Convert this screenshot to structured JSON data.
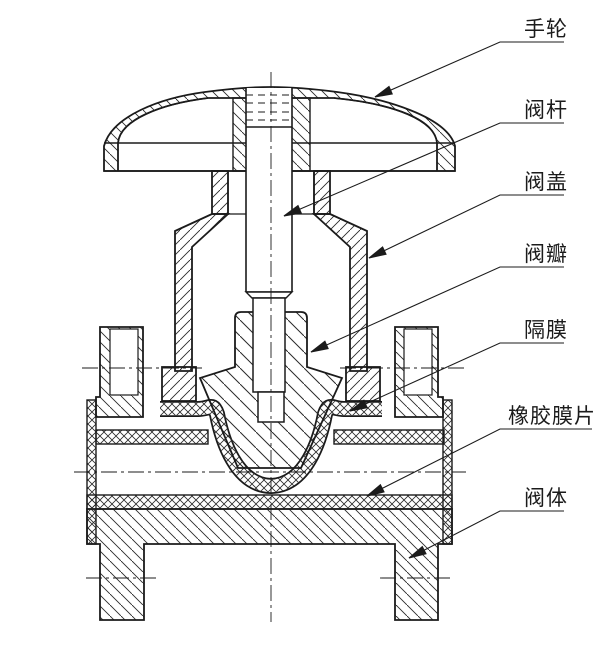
{
  "labels": [
    {
      "id": "handwheel",
      "text": "手轮"
    },
    {
      "id": "valve-stem",
      "text": "阀杆"
    },
    {
      "id": "bonnet",
      "text": "阀盖"
    },
    {
      "id": "valve-disc",
      "text": "阀瓣"
    },
    {
      "id": "diaphragm",
      "text": "隔膜"
    },
    {
      "id": "rubber-membrane",
      "text": "橡胶膜片"
    },
    {
      "id": "valve-body",
      "text": "阀体"
    }
  ],
  "colors": {
    "line": "#1b1b1b",
    "background": "#ffffff"
  }
}
